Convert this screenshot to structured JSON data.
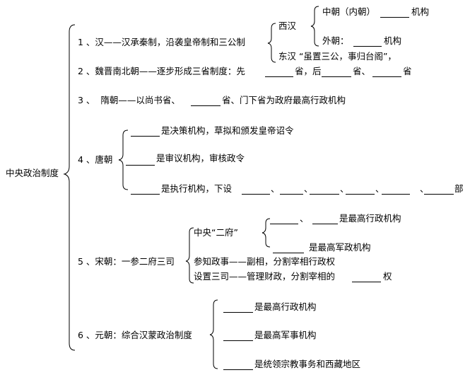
{
  "root": "中央政治制度",
  "items": {
    "i1": {
      "label": "1 、汉——汉承秦制，沿袭皇帝制和三公制",
      "xihan": "西汉",
      "zhongchao": "中朝（内朝）",
      "zhongchao_tail": "机构",
      "waichao": "外朝：",
      "waichao_tail": "机构",
      "donghan": "东汉 “虽置三公，事归台阁”，"
    },
    "i2": {
      "label": "2 、魏晋南北朝——逐步形成三省制度：先",
      "p1": "省，后",
      "p2": "省、",
      "p3": "省"
    },
    "i3": {
      "label": "3 、  隋朝——以尚书省、",
      "tail": "省、门下省为政府最高行政机构"
    },
    "i4": {
      "label": "4 、唐朝",
      "a": "是决策机构，草拟和颁发皇帝诏令",
      "b": "是审议机构，审核政令",
      "c": "是执行机构，下设",
      "sep1": "、",
      "sep2": "、",
      "sep3": "、",
      "sep4": "、",
      "sep5": "、",
      "bu": "部"
    },
    "i5": {
      "label": "5 、宋朝：一参二府三司",
      "zhongyang": "中央“二府”",
      "f1_sep": "、",
      "f1": "是最高行政机构",
      "f2": "是最高军政机构",
      "canzhi": "参知政事——副相，分割宰相行政权",
      "sansi": "设置三司——管理财政，分割宰相的",
      "sansi_tail": "权"
    },
    "i6": {
      "label": "6 、元朝：综合汉蒙政治制度",
      "a": "是最高行政机构",
      "b": "是最高军事机构",
      "c": "是统领宗教事务和西藏地区"
    }
  }
}
